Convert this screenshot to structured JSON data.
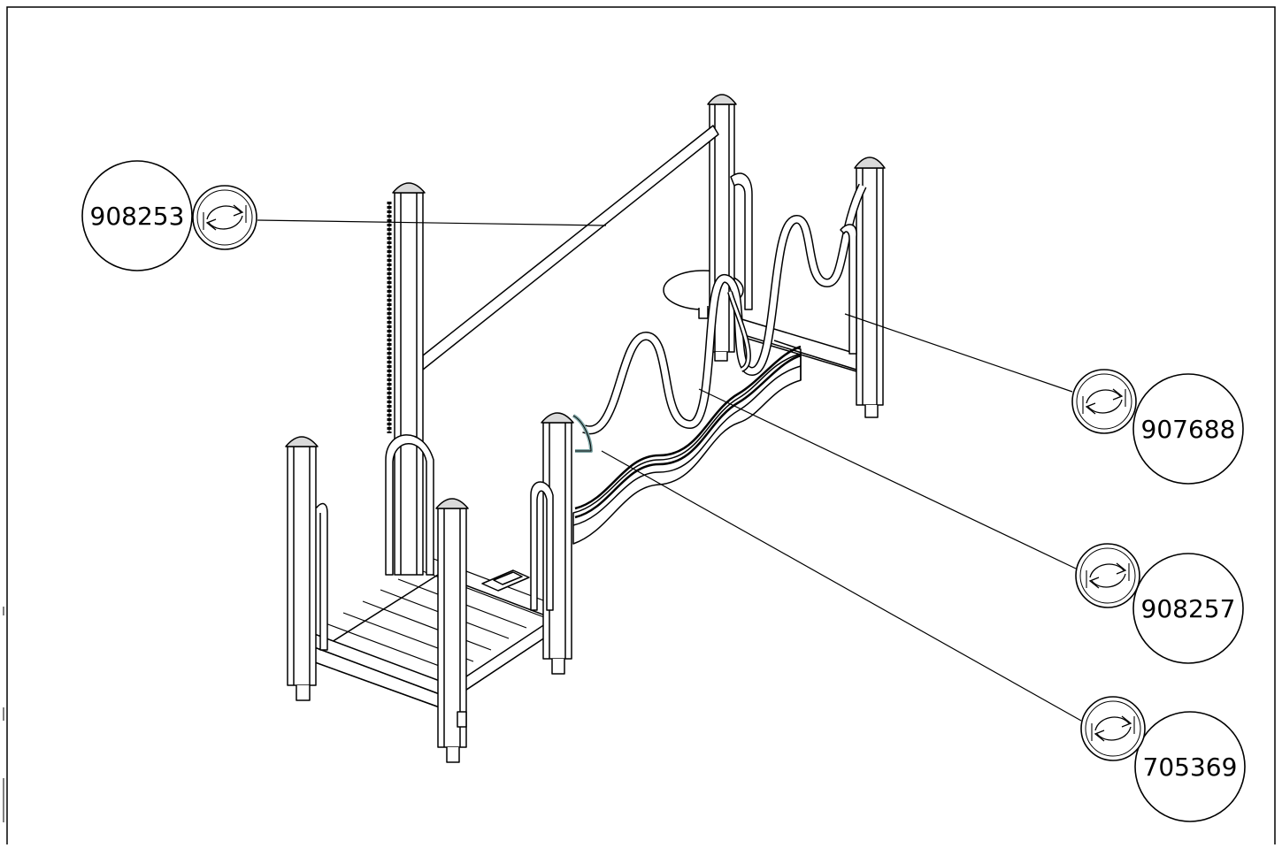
{
  "colors": {
    "line": "#000000",
    "shade": "#d9d9d9",
    "accent": "#7fa7a7",
    "background": "#ffffff"
  },
  "callouts": [
    {
      "part_number": "908253",
      "icon": "rotate-arrows-icon"
    },
    {
      "part_number": "907688",
      "icon": "rotate-arrows-icon"
    },
    {
      "part_number": "908257",
      "icon": "rotate-arrows-icon"
    },
    {
      "part_number": "705369",
      "icon": "rotate-arrows-icon"
    }
  ]
}
